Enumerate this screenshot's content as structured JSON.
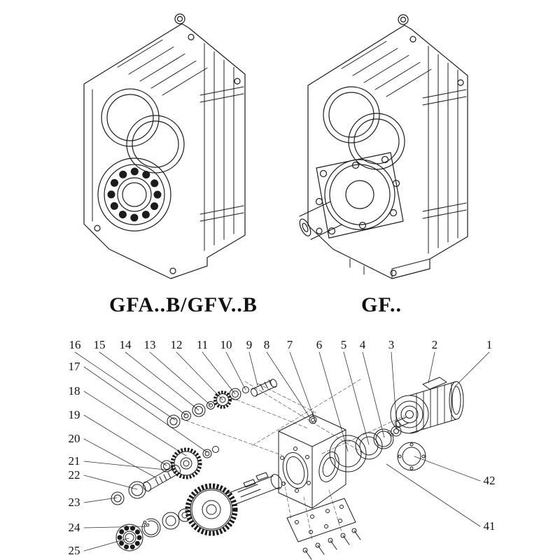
{
  "page": {
    "background": "#ffffff",
    "ink": "#1c1c1c"
  },
  "figures": {
    "left_label": "GFA..B/GFV..B",
    "right_label": "GF.."
  },
  "exploded": {
    "callouts_top": [
      "16",
      "15",
      "14",
      "13",
      "12",
      "11",
      "10",
      "9",
      "8",
      "7",
      "6",
      "5",
      "4",
      "3",
      "2",
      "1"
    ],
    "callouts_left": [
      "17",
      "18",
      "19",
      "20",
      "21",
      "22",
      "23",
      "24",
      "25"
    ],
    "callouts_right": [
      "42",
      "41"
    ]
  }
}
